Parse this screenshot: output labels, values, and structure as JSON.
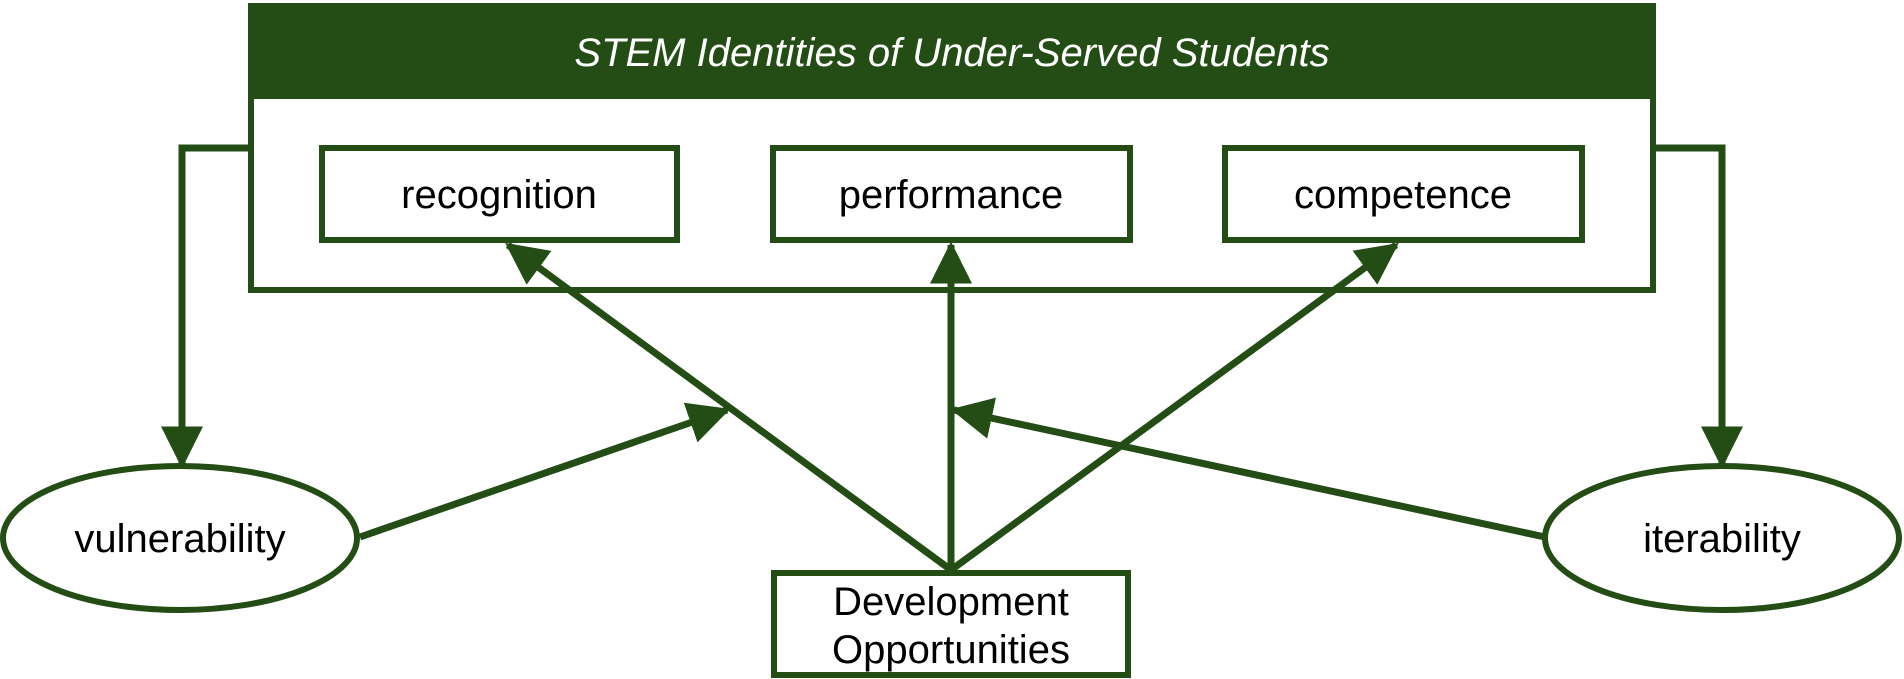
{
  "diagram": {
    "title": "STEM Identities of Under-Served Students",
    "components": {
      "recognition": "recognition",
      "performance": "performance",
      "competence": "competence"
    },
    "factors": {
      "vulnerability": "vulnerability",
      "iterability": "iterability"
    },
    "source": {
      "line1": "Development",
      "line2": "Opportunities"
    }
  },
  "colors": {
    "accent": "#234d14",
    "background": "#ffffff",
    "text": "#000000",
    "title_text": "#ffffff"
  }
}
